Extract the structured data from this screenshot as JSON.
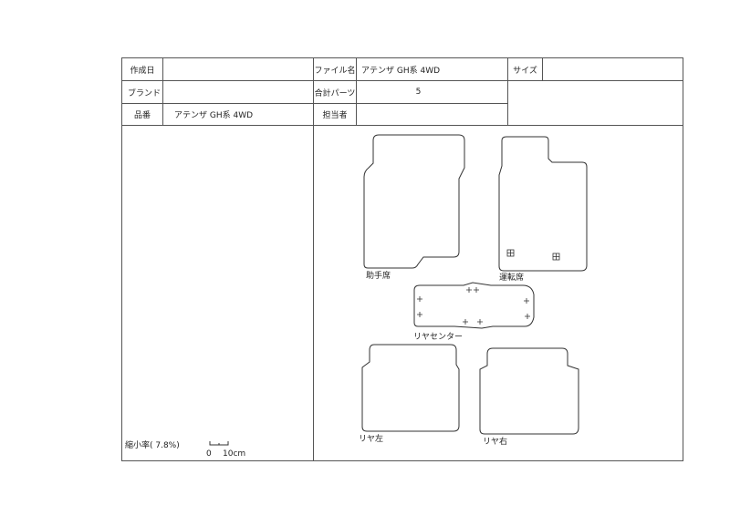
{
  "header": {
    "created_label": "作成日",
    "created_value": "",
    "file_label": "ファイル名",
    "file_value": "アテンザ GH系 4WD",
    "size_label": "サイズ",
    "size_value": "",
    "brand_label": "ブランド",
    "brand_value": "",
    "parts_label": "合計パーツ",
    "parts_value": "5",
    "part_no_label": "品番",
    "part_no_value": "アテンザ GH系 4WD",
    "staff_label": "担当者",
    "staff_value": ""
  },
  "scale": {
    "label": "縮小率( 7.8%)",
    "ruler_zero": "0",
    "ruler_ten": "10cm"
  },
  "parts": [
    "助手席",
    "運転席",
    "リヤセンター",
    "リヤ左",
    "リヤ右"
  ]
}
